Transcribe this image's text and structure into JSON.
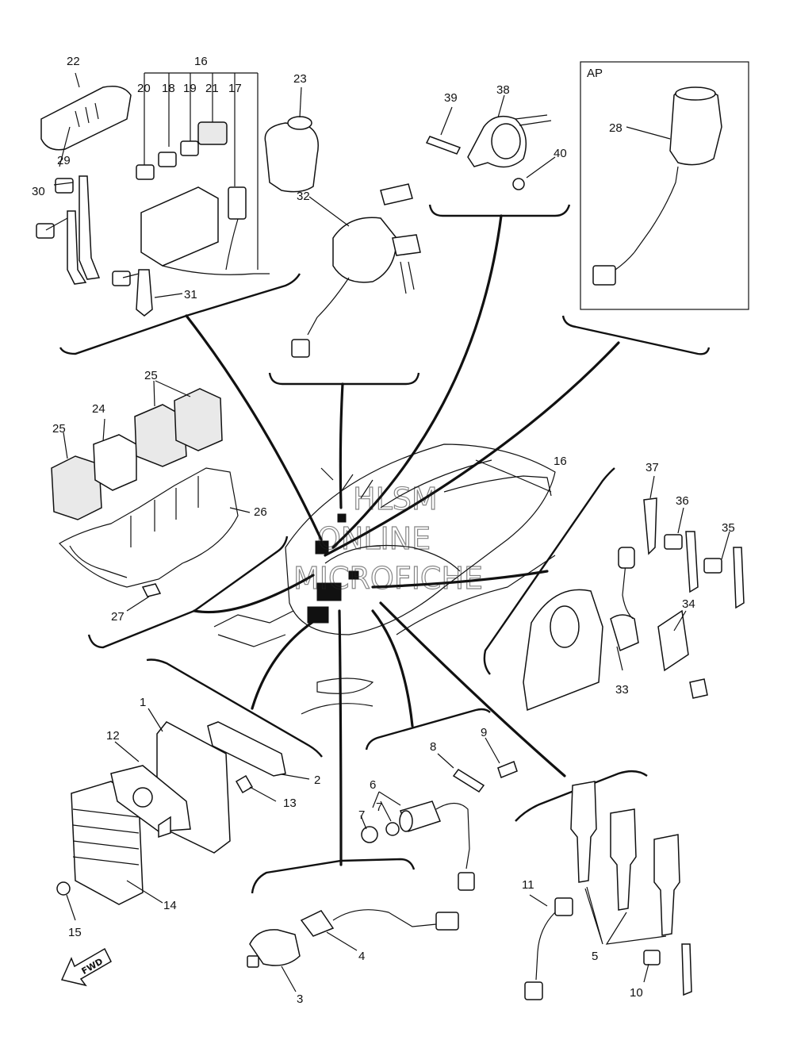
{
  "watermark": {
    "line1": "HLSM",
    "line2": "ONLINE",
    "line3": "MICROFICHE"
  },
  "inset_label": "AP",
  "arrow_label": "FWD",
  "part_numbers": {
    "p1": "1",
    "p2": "2",
    "p3": "3",
    "p4": "4",
    "p5": "5",
    "p6": "6",
    "p7a": "7",
    "p7b": "7",
    "p8": "8",
    "p9": "9",
    "p10": "10",
    "p11": "11",
    "p12": "12",
    "p13": "13",
    "p14": "14",
    "p15": "15",
    "p16a": "16",
    "p16b": "16",
    "p17": "17",
    "p18": "18",
    "p19": "19",
    "p20": "20",
    "p21": "21",
    "p22": "22",
    "p23": "23",
    "p24": "24",
    "p25a": "25",
    "p25b": "25",
    "p26": "26",
    "p27": "27",
    "p28": "28",
    "p29": "29",
    "p30": "30",
    "p31": "31",
    "p32": "32",
    "p33": "33",
    "p34": "34",
    "p35": "35",
    "p36": "36",
    "p37": "37",
    "p38": "38",
    "p39": "39",
    "p40": "40"
  }
}
